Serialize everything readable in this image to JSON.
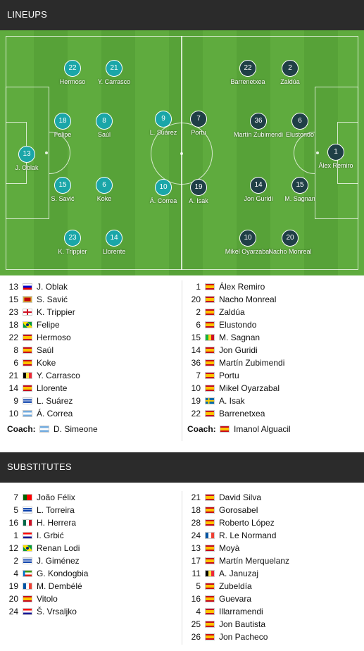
{
  "sections": {
    "lineups_title": "LINEUPS",
    "subs_title": "SUBSTITUTES"
  },
  "pitch": {
    "home": [
      {
        "num": "13",
        "name": "J. Oblak"
      },
      {
        "num": "22",
        "name": "Hermoso"
      },
      {
        "num": "21",
        "name": "Y. Carrasco"
      },
      {
        "num": "18",
        "name": "Felipe"
      },
      {
        "num": "8",
        "name": "Saúl"
      },
      {
        "num": "15",
        "name": "S. Savić"
      },
      {
        "num": "6",
        "name": "Koke"
      },
      {
        "num": "23",
        "name": "K. Trippier"
      },
      {
        "num": "14",
        "name": "Llorente"
      },
      {
        "num": "9",
        "name": "L. Suárez"
      },
      {
        "num": "10",
        "name": "Á. Correa"
      }
    ],
    "away": [
      {
        "num": "7",
        "name": "Portu"
      },
      {
        "num": "19",
        "name": "A. Isak"
      },
      {
        "num": "22",
        "name": "Barrenetxea"
      },
      {
        "num": "2",
        "name": "Zaldúa"
      },
      {
        "num": "36",
        "name": "Martín Zubimendi"
      },
      {
        "num": "6",
        "name": "Elustondo"
      },
      {
        "num": "14",
        "name": "Jon Guridi"
      },
      {
        "num": "15",
        "name": "M. Sagnan"
      },
      {
        "num": "10",
        "name": "Mikel Oyarzabal"
      },
      {
        "num": "20",
        "name": "Nacho Monreal"
      },
      {
        "num": "1",
        "name": "Álex Remiro"
      }
    ]
  },
  "lineups": {
    "home": [
      {
        "num": "13",
        "name": "J. Oblak",
        "flag": "f-si"
      },
      {
        "num": "15",
        "name": "S. Savić",
        "flag": "f-me"
      },
      {
        "num": "23",
        "name": "K. Trippier",
        "flag": "f-en"
      },
      {
        "num": "18",
        "name": "Felipe",
        "flag": "f-br"
      },
      {
        "num": "22",
        "name": "Hermoso",
        "flag": "f-es"
      },
      {
        "num": "8",
        "name": "Saúl",
        "flag": "f-es"
      },
      {
        "num": "6",
        "name": "Koke",
        "flag": "f-es"
      },
      {
        "num": "21",
        "name": "Y. Carrasco",
        "flag": "f-be"
      },
      {
        "num": "14",
        "name": "Llorente",
        "flag": "f-es"
      },
      {
        "num": "9",
        "name": "L. Suárez",
        "flag": "f-uy"
      },
      {
        "num": "10",
        "name": "Á. Correa",
        "flag": "f-ar"
      }
    ],
    "away": [
      {
        "num": "1",
        "name": "Álex Remiro",
        "flag": "f-es"
      },
      {
        "num": "20",
        "name": "Nacho Monreal",
        "flag": "f-es"
      },
      {
        "num": "2",
        "name": "Zaldúa",
        "flag": "f-es"
      },
      {
        "num": "6",
        "name": "Elustondo",
        "flag": "f-es"
      },
      {
        "num": "15",
        "name": "M. Sagnan",
        "flag": "f-ml"
      },
      {
        "num": "14",
        "name": "Jon Guridi",
        "flag": "f-es"
      },
      {
        "num": "36",
        "name": "Martín Zubimendi",
        "flag": "f-es"
      },
      {
        "num": "7",
        "name": "Portu",
        "flag": "f-es"
      },
      {
        "num": "10",
        "name": "Mikel Oyarzabal",
        "flag": "f-es"
      },
      {
        "num": "19",
        "name": "A. Isak",
        "flag": "f-se"
      },
      {
        "num": "22",
        "name": "Barrenetxea",
        "flag": "f-es"
      }
    ],
    "coach_label": "Coach:",
    "home_coach": {
      "name": "D. Simeone",
      "flag": "f-ar"
    },
    "away_coach": {
      "name": "Imanol Alguacil",
      "flag": "f-es"
    }
  },
  "substitutes": {
    "home": [
      {
        "num": "7",
        "name": "João Félix",
        "flag": "f-pt"
      },
      {
        "num": "5",
        "name": "L. Torreira",
        "flag": "f-uy"
      },
      {
        "num": "16",
        "name": "H. Herrera",
        "flag": "f-mx"
      },
      {
        "num": "1",
        "name": "I. Grbić",
        "flag": "f-hr"
      },
      {
        "num": "12",
        "name": "Renan Lodi",
        "flag": "f-br"
      },
      {
        "num": "2",
        "name": "J. Giménez",
        "flag": "f-uy"
      },
      {
        "num": "4",
        "name": "G. Kondogbia",
        "flag": "f-gq"
      },
      {
        "num": "19",
        "name": "M. Dembélé",
        "flag": "f-fr"
      },
      {
        "num": "20",
        "name": "Vitolo",
        "flag": "f-es"
      },
      {
        "num": "24",
        "name": "Š. Vrsaljko",
        "flag": "f-hr"
      }
    ],
    "away": [
      {
        "num": "21",
        "name": "David Silva",
        "flag": "f-es"
      },
      {
        "num": "18",
        "name": "Gorosabel",
        "flag": "f-es"
      },
      {
        "num": "28",
        "name": "Roberto López",
        "flag": "f-es"
      },
      {
        "num": "24",
        "name": "R. Le Normand",
        "flag": "f-fr"
      },
      {
        "num": "13",
        "name": "Moyà",
        "flag": "f-es"
      },
      {
        "num": "17",
        "name": "Martín Merquelanz",
        "flag": "f-es"
      },
      {
        "num": "11",
        "name": "A. Januzaj",
        "flag": "f-be"
      },
      {
        "num": "5",
        "name": "Zubeldía",
        "flag": "f-es"
      },
      {
        "num": "16",
        "name": "Guevara",
        "flag": "f-es"
      },
      {
        "num": "4",
        "name": "Illarramendi",
        "flag": "f-es"
      },
      {
        "num": "25",
        "name": "Jon Bautista",
        "flag": "f-es"
      },
      {
        "num": "26",
        "name": "Jon Pacheco",
        "flag": "f-es"
      }
    ]
  }
}
